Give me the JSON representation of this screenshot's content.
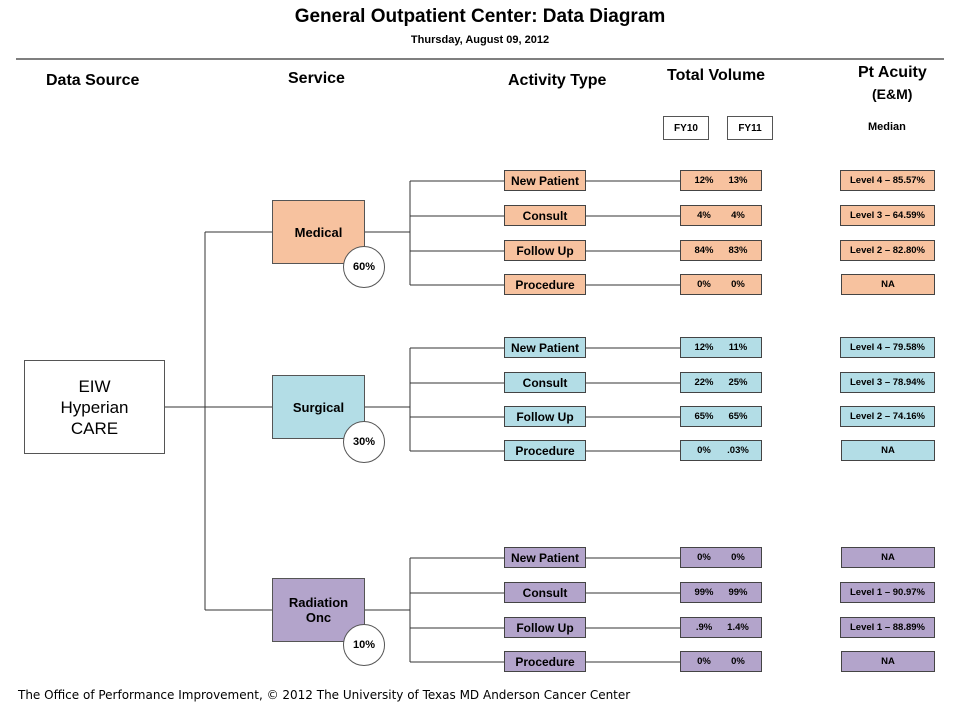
{
  "title": "General Outpatient Center: Data Diagram",
  "subtitle": "Thursday, August 09, 2012",
  "headers": {
    "data_source": "Data Source",
    "service": "Service",
    "activity_type": "Activity Type",
    "total_volume": "Total Volume",
    "pt_acuity_line1": "Pt Acuity",
    "pt_acuity_line2": "(E&M)",
    "fy10": "FY10",
    "fy11": "FY11",
    "median": "Median"
  },
  "source": {
    "lines": [
      "EIW",
      "Hyperian",
      "CARE"
    ]
  },
  "colors": {
    "medical": "#f7c29f",
    "surgical": "#b3dde6",
    "radiation": "#b3a4cb",
    "line": "#333333"
  },
  "services": [
    {
      "name_lines": [
        "Medical"
      ],
      "share": "60%",
      "activities": [
        {
          "label": "New Patient",
          "fy10": "12%",
          "fy11": "13%",
          "acuity": "Level 4 – 85.57%"
        },
        {
          "label": "Consult",
          "fy10": "4%",
          "fy11": "4%",
          "acuity": "Level 3 – 64.59%"
        },
        {
          "label": "Follow Up",
          "fy10": "84%",
          "fy11": "83%",
          "acuity": "Level 2 – 82.80%"
        },
        {
          "label": "Procedure",
          "fy10": "0%",
          "fy11": "0%",
          "acuity": "NA"
        }
      ]
    },
    {
      "name_lines": [
        "Surgical"
      ],
      "share": "30%",
      "activities": [
        {
          "label": "New Patient",
          "fy10": "12%",
          "fy11": "11%",
          "acuity": "Level 4 – 79.58%"
        },
        {
          "label": "Consult",
          "fy10": "22%",
          "fy11": "25%",
          "acuity": "Level 3 – 78.94%"
        },
        {
          "label": "Follow Up",
          "fy10": "65%",
          "fy11": "65%",
          "acuity": "Level 2 – 74.16%"
        },
        {
          "label": "Procedure",
          "fy10": "0%",
          "fy11": ".03%",
          "acuity": "NA"
        }
      ]
    },
    {
      "name_lines": [
        "Radiation",
        "Onc"
      ],
      "share": "10%",
      "activities": [
        {
          "label": "New Patient",
          "fy10": "0%",
          "fy11": "0%",
          "acuity": "NA"
        },
        {
          "label": "Consult",
          "fy10": "99%",
          "fy11": "99%",
          "acuity": "Level 1 – 90.97%"
        },
        {
          "label": "Follow Up",
          "fy10": ".9%",
          "fy11": "1.4%",
          "acuity": "Level 1 – 88.89%"
        },
        {
          "label": "Procedure",
          "fy10": "0%",
          "fy11": "0%",
          "acuity": "NA"
        }
      ]
    }
  ],
  "footer": "The Office of Performance Improvement, © 2012 The University of Texas MD Anderson Cancer Center"
}
